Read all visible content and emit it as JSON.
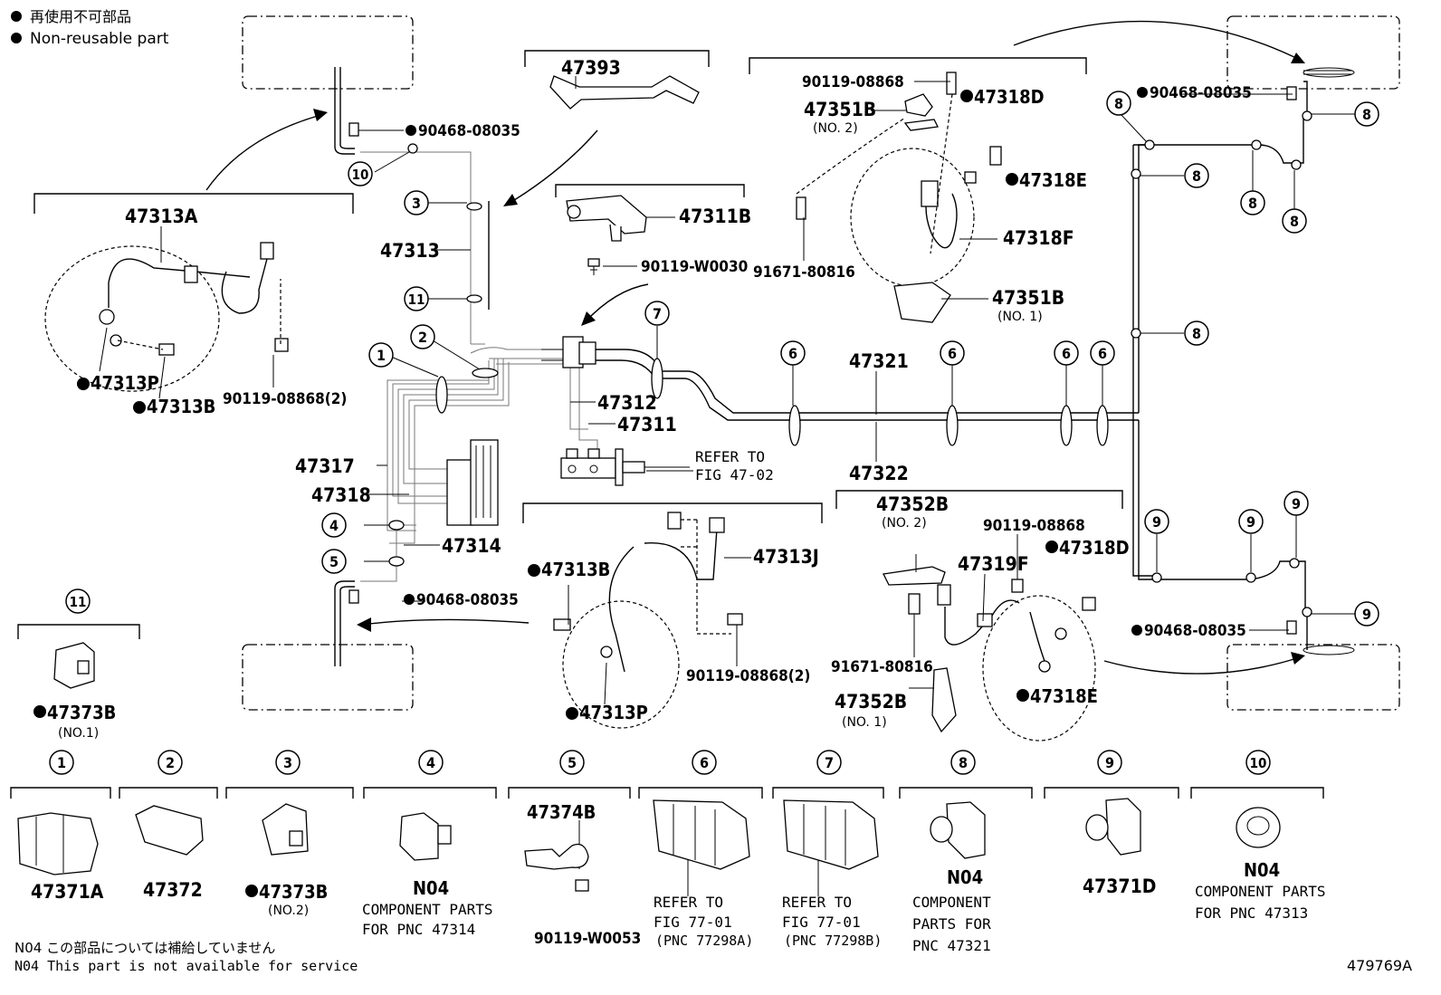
{
  "legend": {
    "jp": "再使用不可部品",
    "en": "Non-reusable part"
  },
  "figure_id": "479769A",
  "footnotes": {
    "jp": "N04 この部品については補給していません",
    "en": "N04 This part is not available for service"
  },
  "callouts": {
    "c1": "47313A",
    "c2": "47393",
    "c3": "47311B",
    "c4": "90119-W0030",
    "c5": "47313",
    "c6": "47312",
    "c7": "47311",
    "c8": "47317",
    "c9": "47318",
    "c10": "47314",
    "c11": "47321",
    "c12": "47322",
    "c13": "90119-08868(2)",
    "c14": "90119-08868(2)",
    "c15": "47313J",
    "c16": "90119-08868",
    "c17": "47351B",
    "c18": "(NO. 2)",
    "c19": "47318F",
    "c20": "91671-80816",
    "c21": "47351B",
    "c22": "(NO. 1)",
    "c23": "47352B",
    "c24": "(NO. 2)",
    "c25": "90119-08868",
    "c26": "47319F",
    "c27": "91671-80816",
    "c28": "47352B",
    "c29": "(NO. 1)",
    "c30": "REFER TO",
    "c31": "FIG 47-02",
    "c32": "(NO.1)"
  },
  "nonreusable": {
    "n1": "90468-08035",
    "n2": "47313P",
    "n3": "47313B",
    "n4": "90468-08035",
    "n5": "47313B",
    "n6": "47313P",
    "n7": "47318D",
    "n8": "47318E",
    "n9": "90468-08035",
    "n10": "47318D",
    "n11": "47318E",
    "n12": "90468-08035",
    "n13": "47373B"
  },
  "clip_labels": {
    "k1": "1",
    "k2": "2",
    "k3": "3",
    "k4": "4",
    "k5": "5",
    "k6": "6",
    "k7": "7",
    "k8": "8",
    "k9": "9",
    "k10": "10",
    "k11": "11"
  },
  "bottom": {
    "p1": "47371A",
    "p2": "47372",
    "p3": "47373B",
    "p3n": "(NO.2)",
    "p4a": "N04",
    "p4b": "COMPONENT PARTS",
    "p4c": "FOR PNC 47314",
    "p5a": "47374B",
    "p5b": "90119-W0053",
    "p6a": "REFER TO",
    "p6b": "FIG 77-01",
    "p6c": "(PNC 77298A)",
    "p7a": "REFER TO",
    "p7b": "FIG 77-01",
    "p7c": "(PNC 77298B)",
    "p8a": "N04",
    "p8b": "COMPONENT",
    "p8c": "PARTS FOR",
    "p8d": "PNC 47321",
    "p9": "47371D",
    "p10a": "N04",
    "p10b": "COMPONENT PARTS",
    "p10c": "FOR PNC 47313"
  }
}
